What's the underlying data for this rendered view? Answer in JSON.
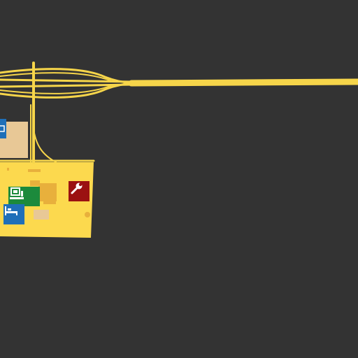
{
  "map": {
    "background_color": "#333333",
    "road_color": "#f6d54a",
    "area_color": "#fcd94e",
    "building_color": "#e8b03c",
    "landuse_color": "#e8c896"
  },
  "pois": [
    {
      "name": "hotel-icon",
      "color": "#1f6fb8",
      "glyph": "bed"
    },
    {
      "name": "info-kiosk-icon",
      "color": "#1c8a3c",
      "glyph": "computer"
    },
    {
      "name": "repair-service-icon",
      "color": "#9b1111",
      "glyph": "wrench"
    },
    {
      "name": "partial-edge-icon",
      "color": "#1f6fb8",
      "glyph": "edge"
    }
  ]
}
